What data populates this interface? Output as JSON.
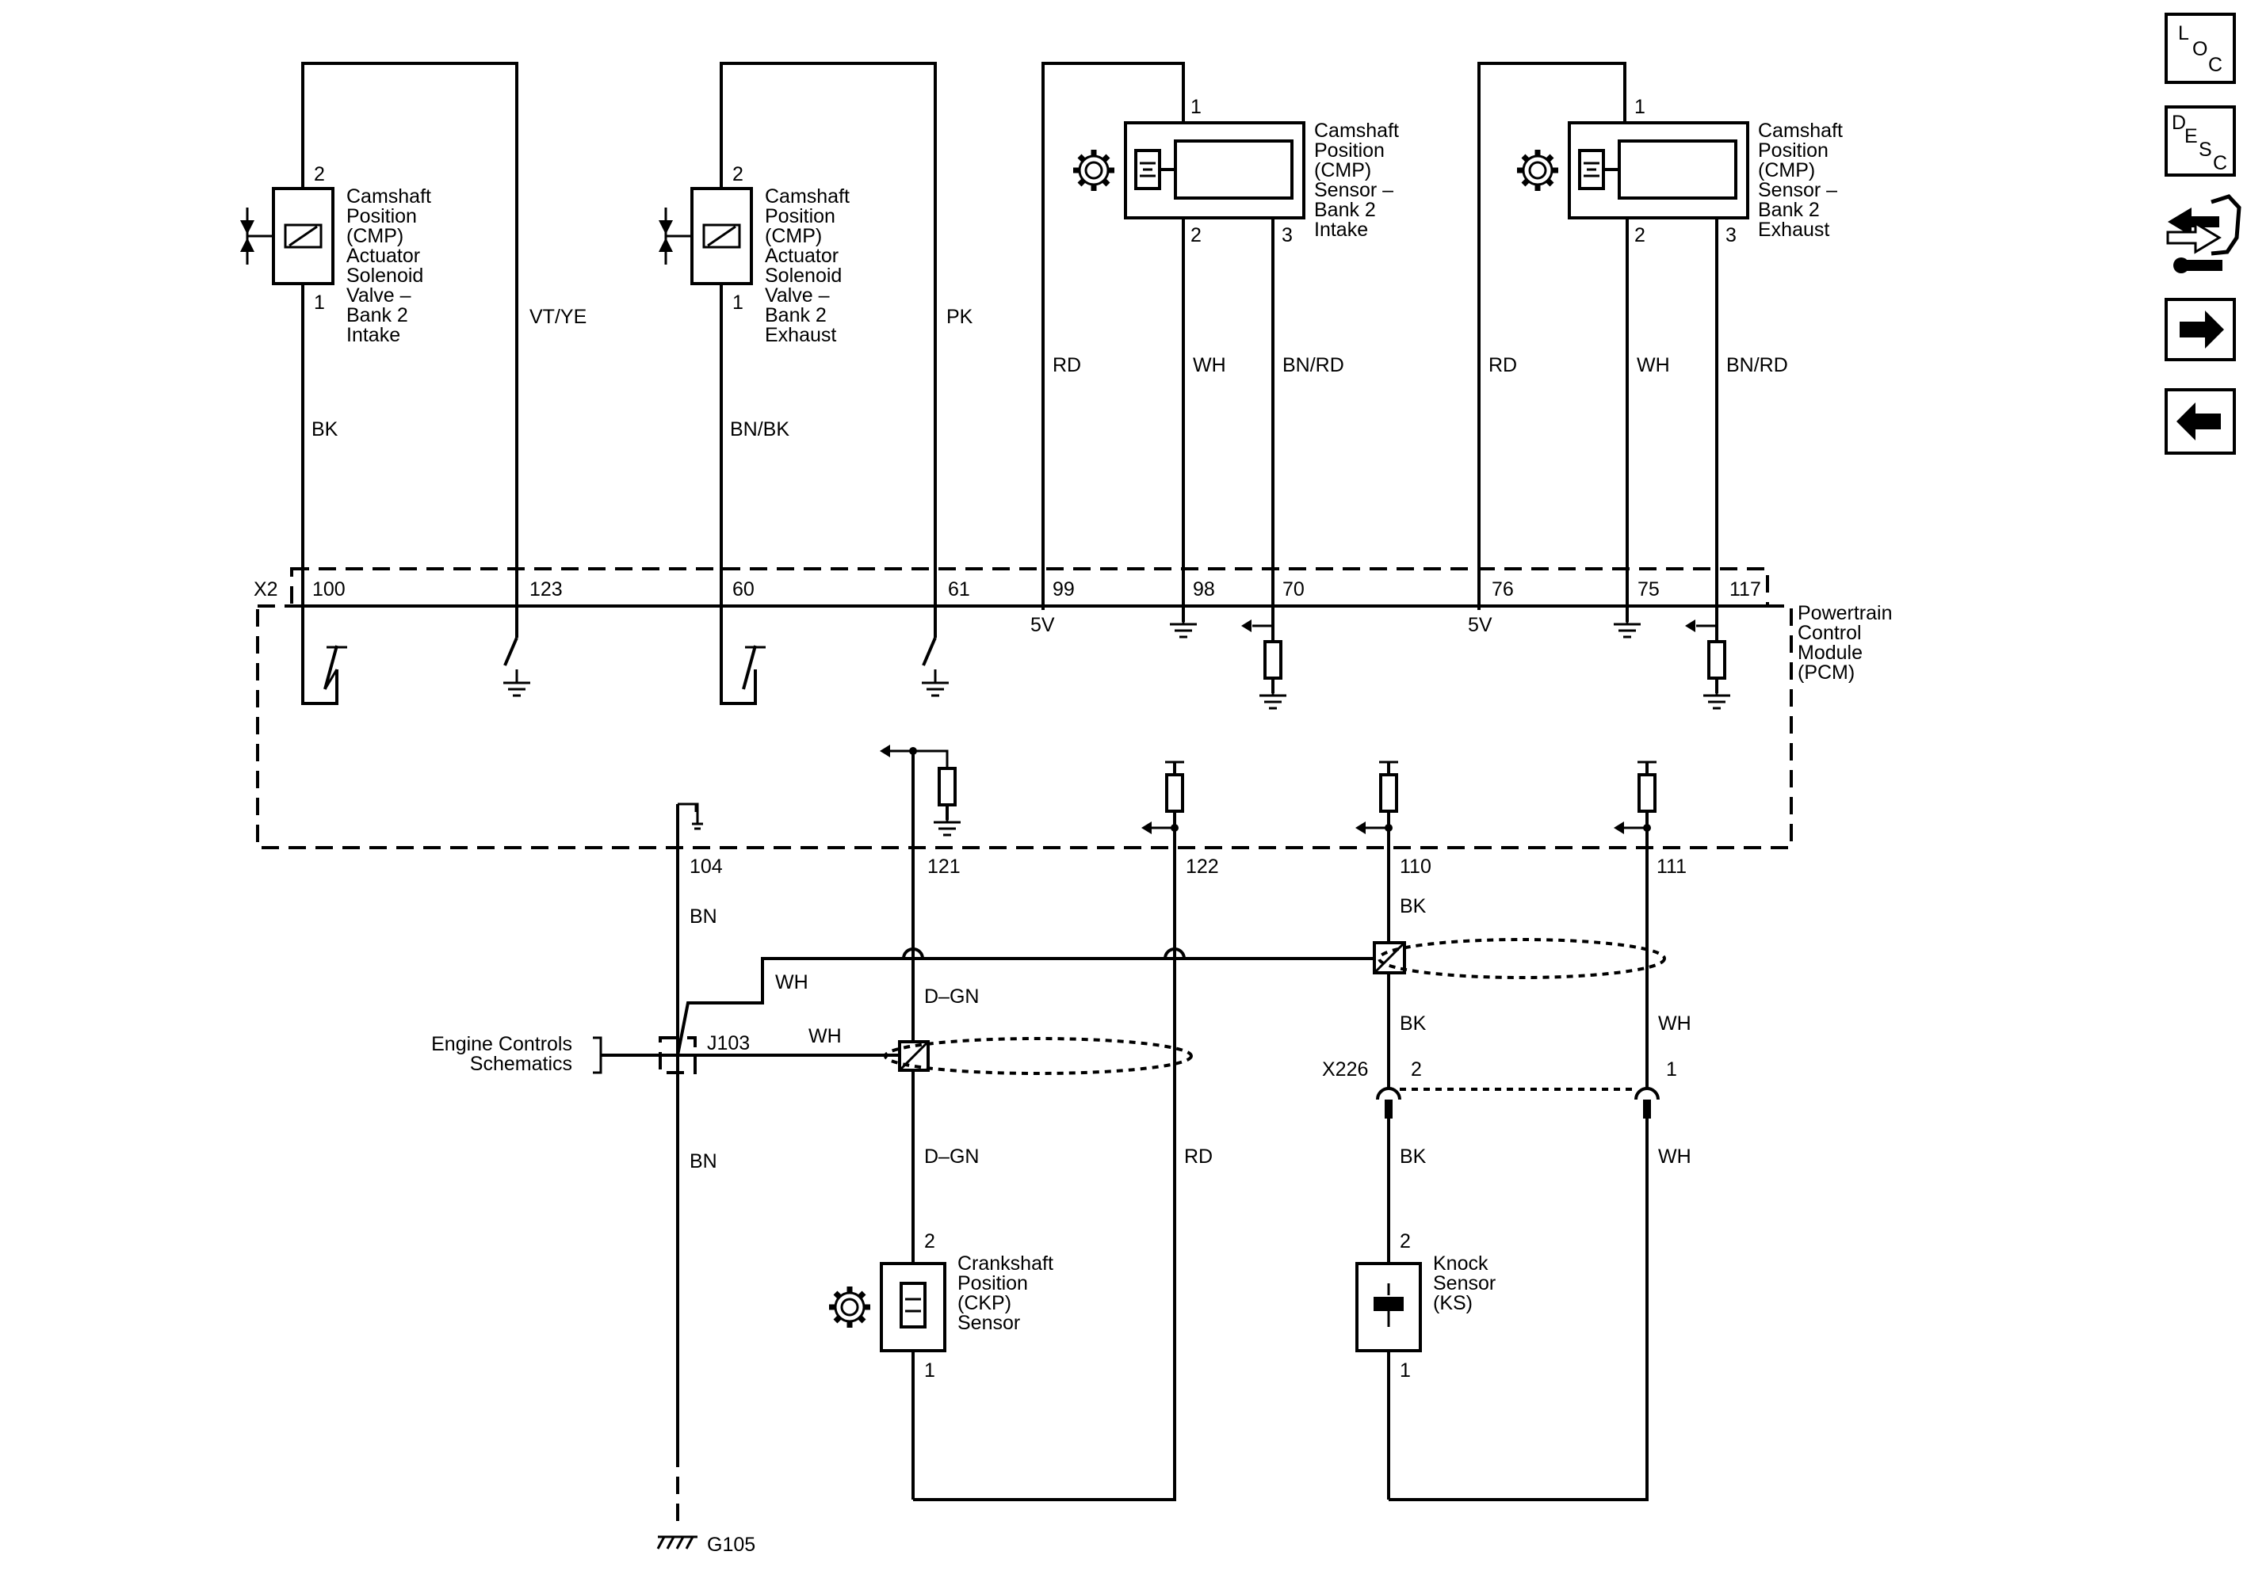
{
  "components": {
    "cmp_solenoid_intake": {
      "pin_top": "2",
      "pin_bottom": "1",
      "label": [
        "Camshaft",
        "Position",
        "(CMP)",
        "Actuator",
        "Solenoid",
        "Valve –",
        "Bank 2",
        "Intake"
      ]
    },
    "cmp_solenoid_exhaust": {
      "pin_top": "2",
      "pin_bottom": "1",
      "label": [
        "Camshaft",
        "Position",
        "(CMP)",
        "Actuator",
        "Solenoid",
        "Valve –",
        "Bank 2",
        "Exhaust"
      ]
    },
    "cmp_sensor_intake": {
      "pin1": "1",
      "pin2": "2",
      "pin3": "3",
      "label": [
        "Camshaft",
        "Position",
        "(CMP)",
        "Sensor –",
        "Bank 2",
        "Intake"
      ]
    },
    "cmp_sensor_exhaust": {
      "pin1": "1",
      "pin2": "2",
      "pin3": "3",
      "label": [
        "Camshaft",
        "Position",
        "(CMP)",
        "Sensor –",
        "Bank 2",
        "Exhaust"
      ]
    },
    "ckp_sensor": {
      "pin_top": "2",
      "pin_bottom": "1",
      "label": [
        "Crankshaft",
        "Position",
        "(CKP)",
        "Sensor"
      ]
    },
    "knock_sensor": {
      "pin_top": "2",
      "pin_bottom": "1",
      "label": [
        "Knock",
        "Sensor",
        "(KS)"
      ]
    }
  },
  "wire_colors": {
    "w1": "BK",
    "w2": "VT/YE",
    "w3": "BN/BK",
    "w4": "PK",
    "w5": "RD",
    "w6": "WH",
    "w7": "BN/RD",
    "w8": "RD",
    "w9": "WH",
    "w10": "BN/RD",
    "w11": "BN",
    "w12": "WH",
    "w13": "WH",
    "w14": "D–GN",
    "w15": "D–GN",
    "w16": "RD",
    "w17": "BK",
    "w18": "BK",
    "w19": "BK",
    "w20": "WH",
    "w21": "WH",
    "w22": "BN"
  },
  "pcm": {
    "connector": "X2",
    "label": [
      "Powertrain",
      "Control",
      "Module",
      "(PCM)"
    ],
    "pins_top": [
      "100",
      "123",
      "60",
      "61",
      "99",
      "98",
      "70",
      "76",
      "75",
      "117"
    ],
    "pins_bottom": [
      "104",
      "121",
      "122",
      "110",
      "111"
    ],
    "ref_5v_a": "5V",
    "ref_5v_b": "5V"
  },
  "splice": "J103",
  "engine_controls": [
    "Engine Controls",
    "Schematics"
  ],
  "inline_connector": {
    "name": "X226",
    "pin_a": "2",
    "pin_b": "1"
  },
  "ground": "G105",
  "nav": {
    "loc": [
      "L",
      "O",
      "C"
    ],
    "desc": [
      "D",
      "E",
      "S",
      "C"
    ]
  }
}
